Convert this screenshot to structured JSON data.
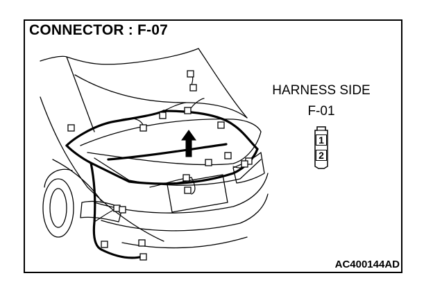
{
  "title": "CONNECTOR : F-07",
  "harness_label": "HARNESS SIDE",
  "connector_name": "F-01",
  "pins": [
    "1",
    "2"
  ],
  "reference_code": "AC400144AD",
  "colors": {
    "line": "#000000",
    "background": "#ffffff"
  },
  "icons": {
    "locator_arrow": "up-arrow-icon"
  }
}
